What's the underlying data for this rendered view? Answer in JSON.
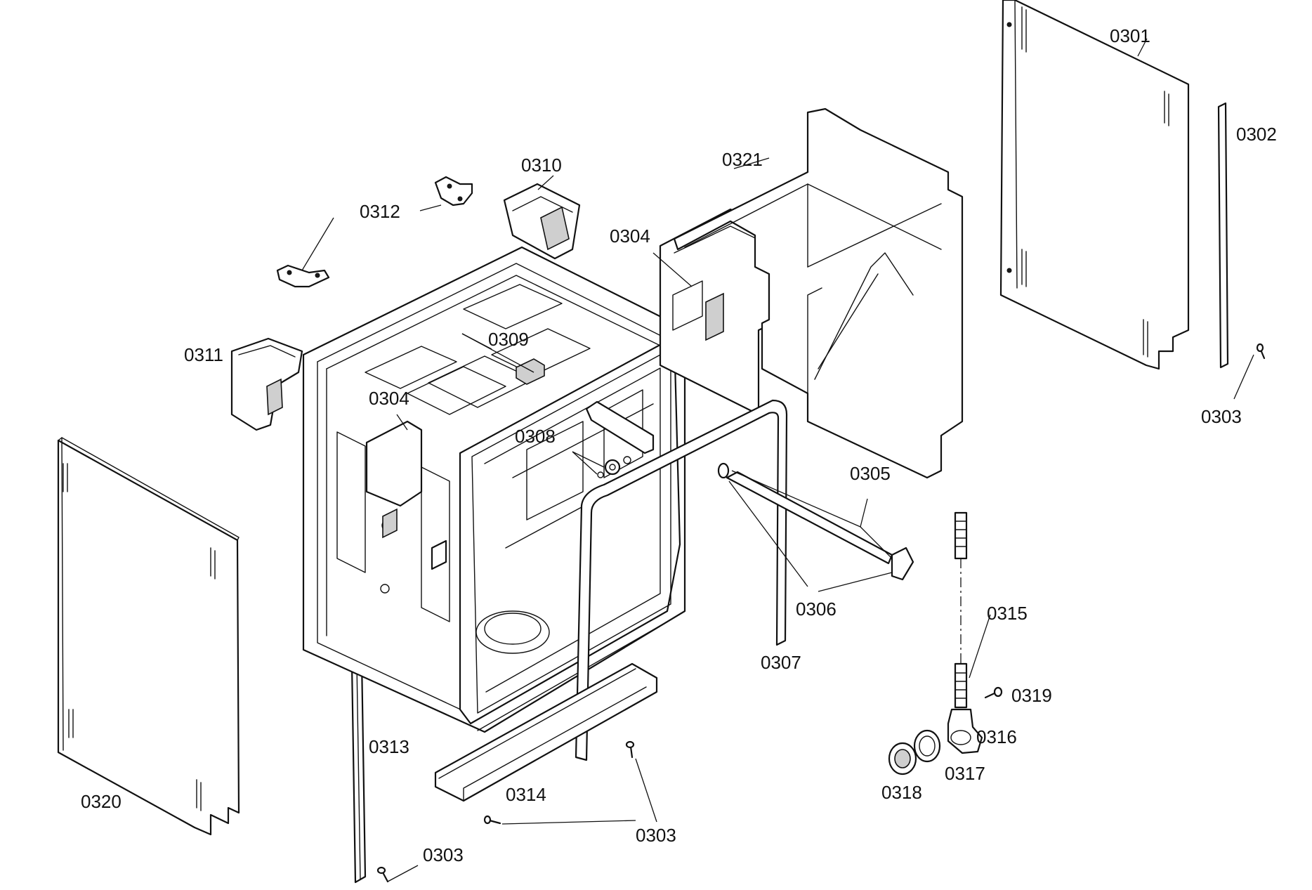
{
  "labels": {
    "p0301": "0301",
    "p0302": "0302",
    "p0303a": "0303",
    "p0303b": "0303",
    "p0303c": "0303",
    "p0304a": "0304",
    "p0304b": "0304",
    "p0305": "0305",
    "p0306": "0306",
    "p0307": "0307",
    "p0308": "0308",
    "p0309": "0309",
    "p0310": "0310",
    "p0311": "0311",
    "p0312": "0312",
    "p0313": "0313",
    "p0314": "0314",
    "p0315": "0315",
    "p0316": "0316",
    "p0317": "0317",
    "p0318": "0318",
    "p0319": "0319",
    "p0320": "0320",
    "p0321": "0321"
  }
}
